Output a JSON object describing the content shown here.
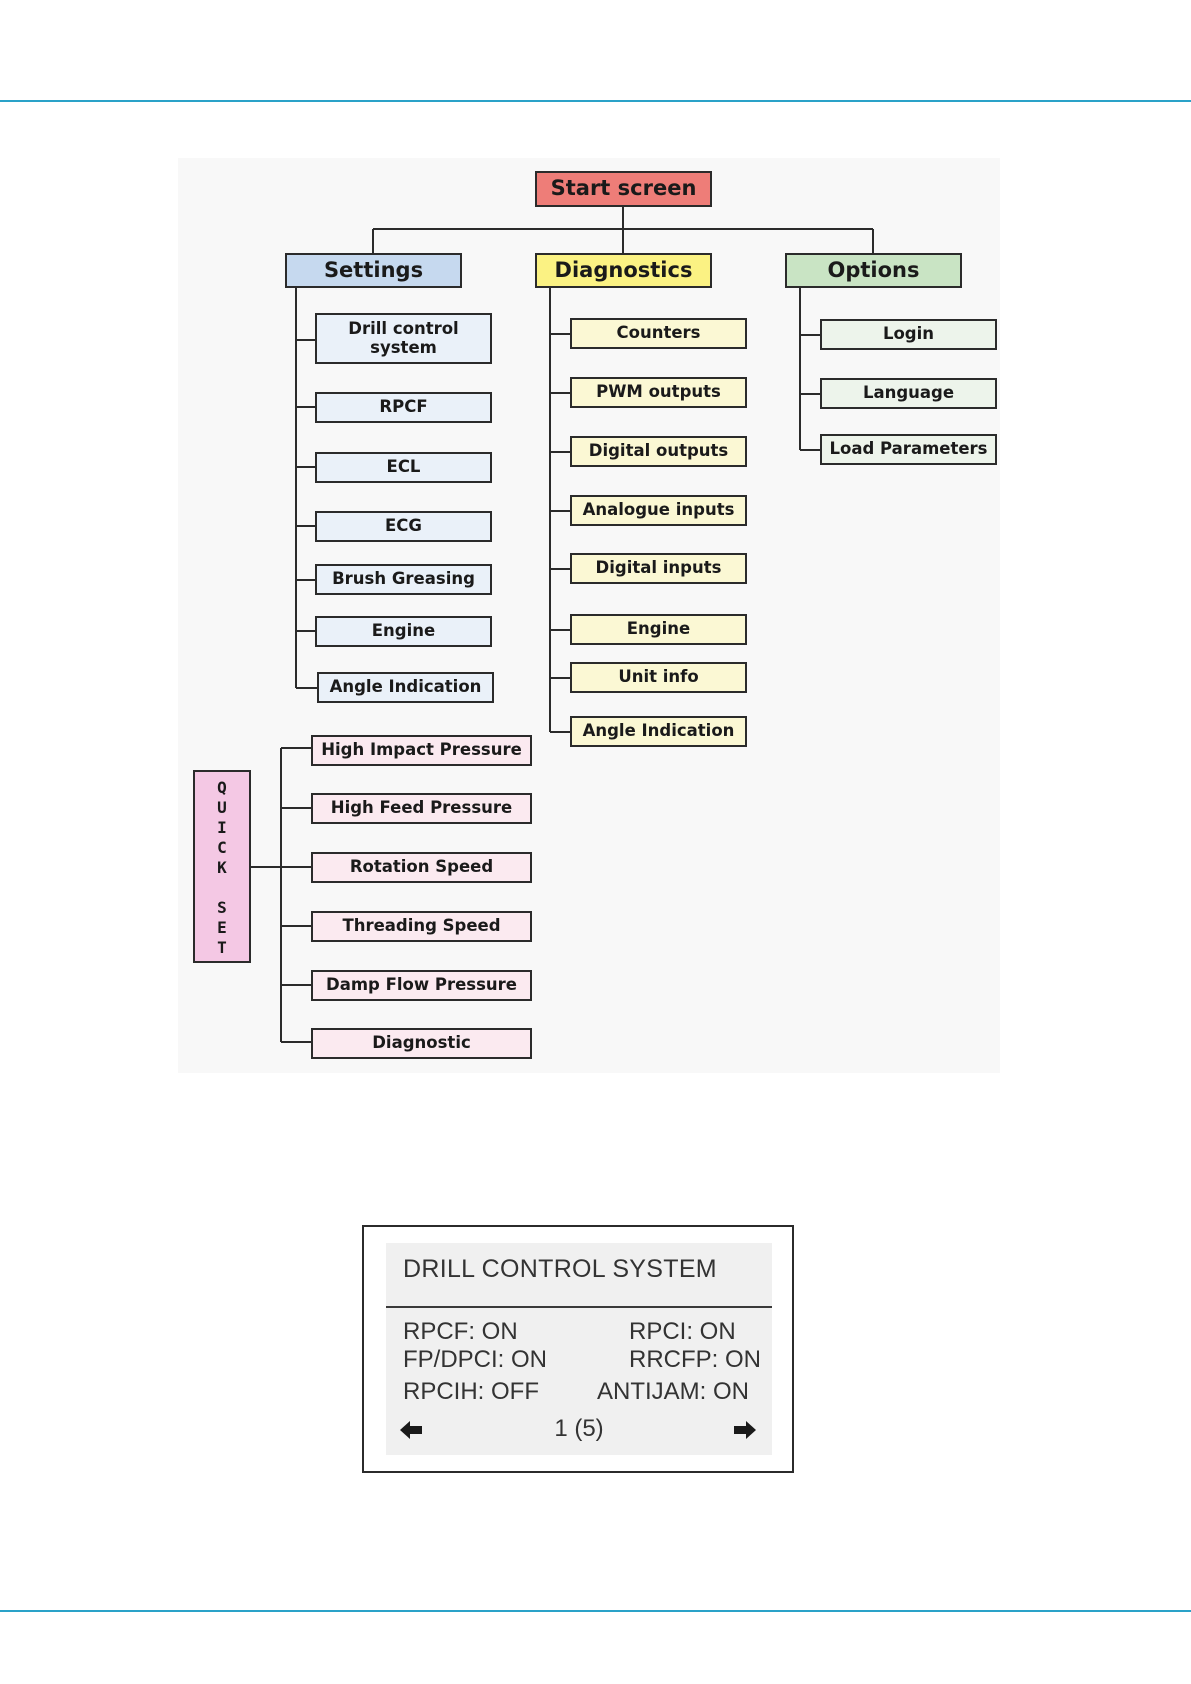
{
  "start": {
    "label": "Start screen"
  },
  "settings": {
    "label": "Settings",
    "items": [
      "Drill control system",
      "RPCF",
      "ECL",
      "ECG",
      "Brush Greasing",
      "Engine",
      "Angle Indication"
    ]
  },
  "diagnostics": {
    "label": "Diagnostics",
    "items": [
      "Counters",
      "PWM outputs",
      "Digital outputs",
      "Analogue inputs",
      "Digital inputs",
      "Engine",
      "Unit info",
      "Angle Indication"
    ]
  },
  "options": {
    "label": "Options",
    "items": [
      "Login",
      "Language",
      "Load Parameters"
    ]
  },
  "quickset": {
    "letters": [
      "Q",
      "U",
      "I",
      "C",
      "K",
      " ",
      "S",
      "E",
      "T"
    ],
    "items": [
      "High Impact Pressure",
      "High Feed Pressure",
      "Rotation Speed",
      "Threading Speed",
      "Damp Flow Pressure",
      "Diagnostic"
    ]
  },
  "screen": {
    "title": "DRILL CONTROL SYSTEM",
    "stats": [
      "RPCF: ON",
      "RPCI: ON",
      "FP/DPCI: ON",
      "RRCFP: ON",
      "RPCIH: OFF",
      "ANTIJAM: ON"
    ],
    "page": "1 (5)",
    "prev_icon": "arrow-left-icon",
    "next_icon": "arrow-right-icon"
  },
  "colors": {
    "rule": "#2aa2c8",
    "start": "#ee7d78",
    "settings": "#c6d9ef",
    "diagnostics": "#fbf283",
    "options": "#c9e4c4",
    "quickset": "#f4c8e4"
  }
}
